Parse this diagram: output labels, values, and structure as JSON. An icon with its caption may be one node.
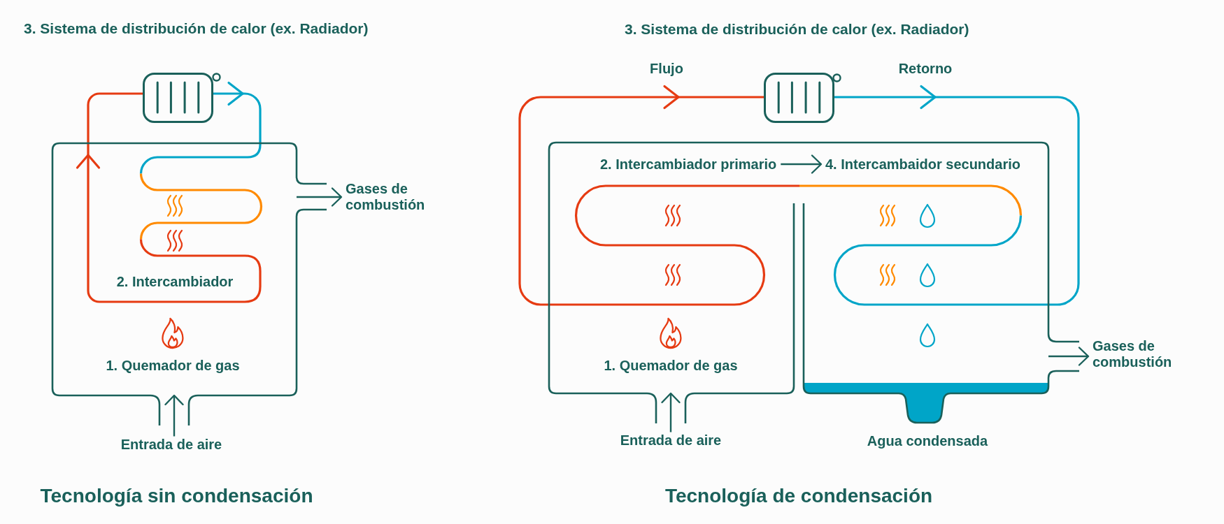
{
  "diagram": {
    "nodes": [
      {
        "text": [],
        "shape": "picture",
        "beside": [
          "3. Sistema de distribución de calor (ex. Radiador)"
        ]
      },
      {
        "text": [],
        "shape": "box"
      },
      {
        "text": [
          "2. Intercambiador"
        ],
        "in": 1
      },
      {
        "text": [
          "1. Quemador de gas"
        ],
        "in": 1
      },
      {
        "text": [
          "Entrada de aire"
        ]
      },
      {
        "text": [
          "Gases de combustión"
        ]
      },
      {
        "text": [],
        "shape": "picture",
        "beside": [
          "3. Sistema de distribución de calor (ex. Radiador)"
        ]
      },
      {
        "text": [],
        "shape": "box"
      },
      {
        "text": [
          "2. Intercambiador primario"
        ],
        "in": 7
      },
      {
        "text": [
          "4. Intercambaidor secundario"
        ],
        "in": 7
      },
      {
        "text": [],
        "shape": "picture",
        "in": 7
      },
      {
        "text": [
          "1. Quemador de gas"
        ],
        "in": 7
      },
      {
        "text": [
          "Entrada de aire"
        ]
      },
      {
        "text": [
          "Gases de combustión"
        ]
      }
    ],
    "edges": [
      {
        "from": 2,
        "to": 0,
        "arrow": "to",
        "color": "#e63b12"
      },
      {
        "from": 0,
        "to": 2,
        "arrow": "to",
        "color": "#00a5c8"
      },
      {
        "from": 4,
        "to": 1,
        "arrow": "to"
      },
      {
        "from": 1,
        "to": 5,
        "arrow": "to"
      },
      {
        "from": 10,
        "to": 6,
        "arrow": "to",
        "label": "Flujo",
        "color": "#e63b12"
      },
      {
        "from": 6,
        "to": 10,
        "arrow": "to",
        "label": "Retorno",
        "color": "#00a5c8"
      },
      {
        "from": 8,
        "to": 9,
        "arrow": "to"
      },
      {
        "from": 12,
        "to": 7,
        "arrow": "to"
      },
      {
        "from": 7,
        "to": 13,
        "arrow": "to"
      }
    ],
    "labels": [
      "Agua condensada",
      "Tecnología sin condensación",
      "Tecnología de condensación"
    ]
  }
}
